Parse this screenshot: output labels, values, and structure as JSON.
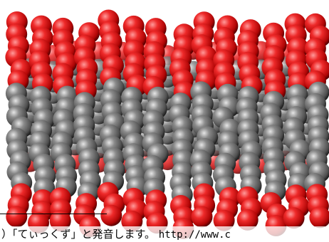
{
  "scene": {
    "subject": "lipid-bilayer-space-filling-model",
    "columns": 14,
    "colors": {
      "head_group": "#d91414",
      "head_group_highlight": "#ff8a8a",
      "tail_chain": "#6e6e6e",
      "tail_chain_highlight": "#d8d8d8",
      "shadow": "#1a1a1a",
      "background": "#ffffff"
    }
  },
  "caption": {
    "text_ja": "）「てぃっくず」と発音します。",
    "text_url": "http://www.c"
  }
}
